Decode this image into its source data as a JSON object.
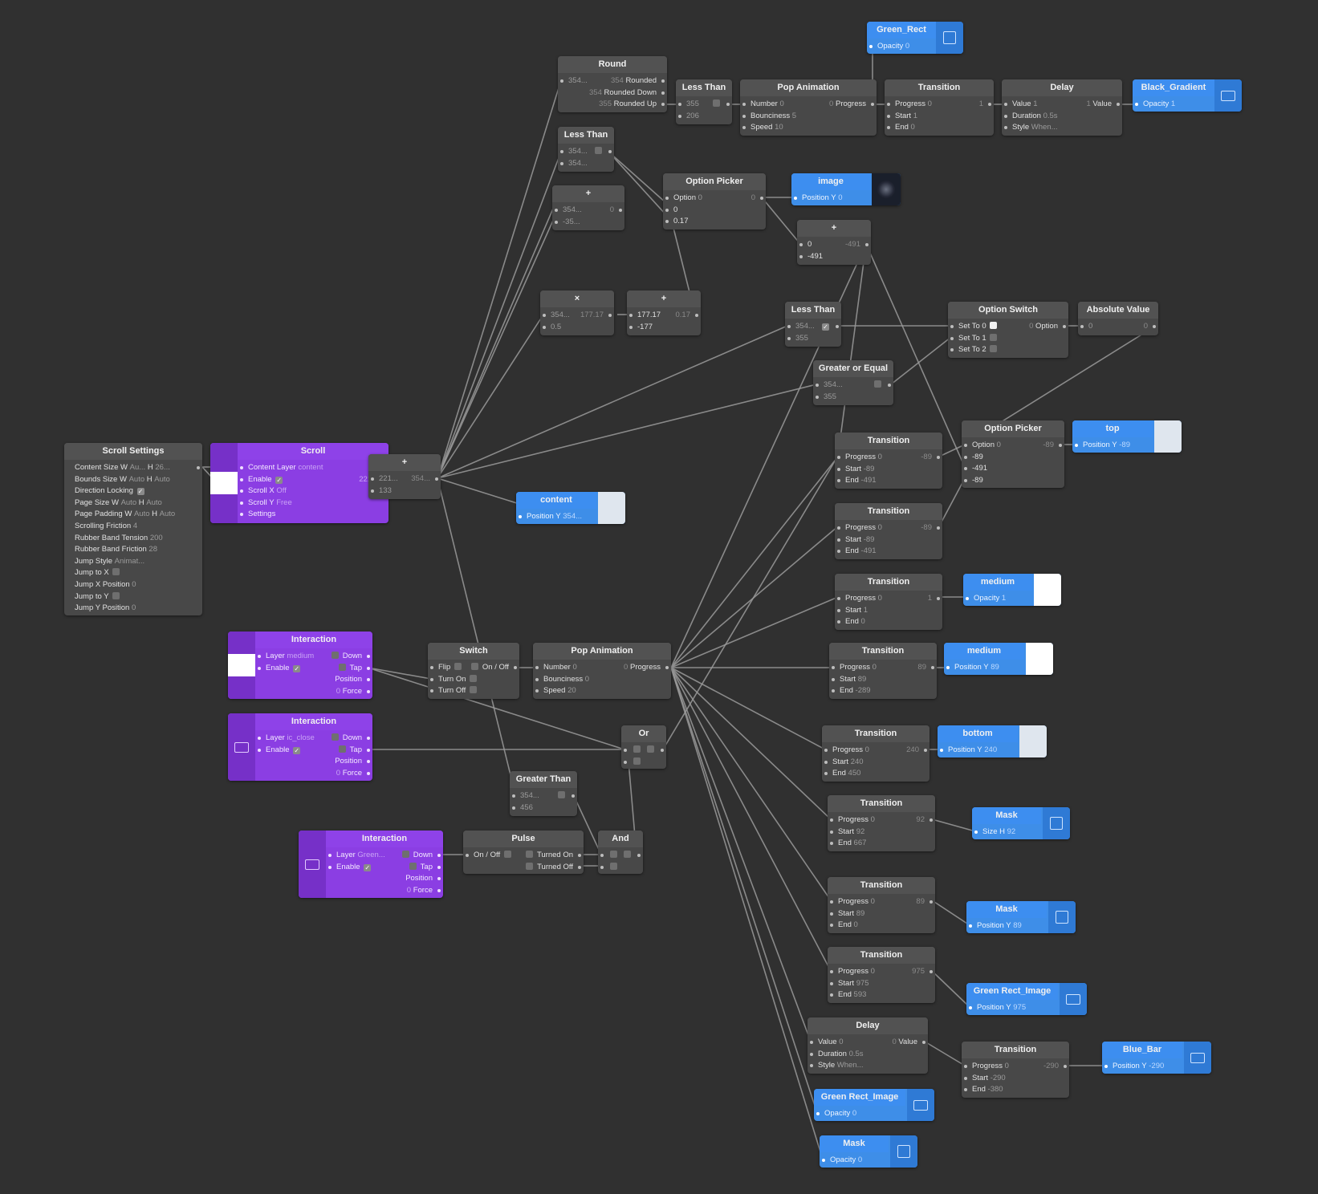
{
  "nodes": {
    "round": {
      "title": "Round",
      "r1v": "354...",
      "r1m": "354",
      "r1o": "Rounded",
      "r2m": "354",
      "r2o": "Rounded Down",
      "r3m": "355",
      "r3o": "Rounded Up"
    },
    "lt1": {
      "title": "Less Than",
      "a": "355",
      "b": "206"
    },
    "pop1": {
      "title": "Pop Animation",
      "n": "Number",
      "nv": "0",
      "o": "Progress",
      "ov": "0",
      "b": "Bounciness",
      "bv": "5",
      "s": "Speed",
      "sv": "10"
    },
    "trans1": {
      "title": "Transition",
      "p": "Progress",
      "pv": "0",
      "ov": "1",
      "s": "Start",
      "sv": "1",
      "e": "End",
      "ev": "0"
    },
    "delay1": {
      "title": "Delay",
      "v": "Value",
      "vv": "1",
      "ov": "1",
      "o": "Value",
      "d": "Duration",
      "dv": "0.5s",
      "st": "Style",
      "stv": "When..."
    },
    "green_rect": {
      "title": "Green_Rect",
      "p": "Opacity",
      "pv": "0"
    },
    "black_grad": {
      "title": "Black_Gradient",
      "p": "Opacity",
      "pv": "1"
    },
    "lt2": {
      "title": "Less Than",
      "a": "354...",
      "b": "354..."
    },
    "plus1": {
      "title": "+",
      "a": "354...",
      "ov": "0",
      "b": "-35..."
    },
    "optpick1": {
      "title": "Option Picker",
      "o": "Option",
      "ov": "0",
      "r": "0",
      "a": "0",
      "b": "0.17"
    },
    "image": {
      "title": "image",
      "p": "Position Y",
      "pv": "0"
    },
    "plus2": {
      "title": "+",
      "a": "0",
      "ov": "-491",
      "b": "-491"
    },
    "mult": {
      "title": "×",
      "a": "354...",
      "ov": "177.17",
      "b": "0.5"
    },
    "plus3": {
      "title": "+",
      "a": "177.17",
      "ov": "0.17",
      "b": "-177"
    },
    "lt3": {
      "title": "Less Than",
      "a": "354...",
      "b": "355"
    },
    "gte": {
      "title": "Greater or Equal",
      "a": "354...",
      "b": "355"
    },
    "optswitch": {
      "title": "Option Switch",
      "a": "Set To 0",
      "o": "Option",
      "ov": "0",
      "b": "Set To 1",
      "c": "Set To 2"
    },
    "absval": {
      "title": "Absolute Value",
      "a": "0",
      "ov": "0"
    },
    "scroll_settings": {
      "title": "Scroll Settings",
      "rows": [
        {
          "l": "Content Size",
          "v": "W",
          "vv": "Au...",
          "h": "H",
          "hv": "26..."
        },
        {
          "l": "Bounds Size",
          "v": "W",
          "vv": "Auto",
          "h": "H",
          "hv": "Auto"
        },
        {
          "l": "Direction Locking"
        },
        {
          "l": "Page Size",
          "v": "W",
          "vv": "Auto",
          "h": "H",
          "hv": "Auto"
        },
        {
          "l": "Page Padding",
          "v": "W",
          "vv": "Auto",
          "h": "H",
          "hv": "Auto"
        },
        {
          "l": "Scrolling Friction",
          "vv": "4"
        },
        {
          "l": "Rubber Band Tension",
          "vv": "200"
        },
        {
          "l": "Rubber Band Friction",
          "vv": "28"
        },
        {
          "l": "Jump Style",
          "vv": "Animat..."
        },
        {
          "l": "Jump to X"
        },
        {
          "l": "Jump X Position",
          "vv": "0"
        },
        {
          "l": "Jump to Y"
        },
        {
          "l": "Jump Y Position",
          "vv": "0"
        }
      ]
    },
    "scroll": {
      "title": "Scroll",
      "r1": "Content Layer",
      "r1v": "content",
      "r2": "Enable",
      "r3": "Scroll X",
      "r3v": "Off",
      "r4": "Scroll Y",
      "r4v": "Free",
      "r5": "Settings",
      "ov": "221..."
    },
    "plus4": {
      "title": "+",
      "a": "221...",
      "ov": "354...",
      "b": "133"
    },
    "content": {
      "title": "content",
      "p": "Position Y",
      "pv": "354..."
    },
    "trans2": {
      "title": "Transition",
      "p": "Progress",
      "pv": "0",
      "ov": "-89",
      "s": "Start",
      "sv": "-89",
      "e": "End",
      "ev": "-491"
    },
    "optpick2": {
      "title": "Option Picker",
      "o": "Option",
      "ov": "0",
      "r": "-89",
      "a": "-89",
      "b": "-491",
      "c": "-89"
    },
    "top": {
      "title": "top",
      "p": "Position Y",
      "pv": "-89"
    },
    "trans3": {
      "title": "Transition",
      "p": "Progress",
      "pv": "0",
      "ov": "-89",
      "s": "Start",
      "sv": "-89",
      "e": "End",
      "ev": "-491"
    },
    "trans4": {
      "title": "Transition",
      "p": "Progress",
      "pv": "0",
      "ov": "1",
      "s": "Start",
      "sv": "1",
      "e": "End",
      "ev": "0"
    },
    "medium1": {
      "title": "medium",
      "p": "Opacity",
      "pv": "1"
    },
    "inter1": {
      "title": "Interaction",
      "l": "Layer",
      "lv": "medium",
      "e": "Enable",
      "d": "Down",
      "t": "Tap",
      "p": "Position",
      "f": "Force",
      "fv": "0"
    },
    "switch": {
      "title": "Switch",
      "a": "Flip",
      "o": "On / Off",
      "b": "Turn On",
      "c": "Turn Off"
    },
    "pop2": {
      "title": "Pop Animation",
      "n": "Number",
      "nv": "0",
      "o": "Progress",
      "ov": "0",
      "b": "Bounciness",
      "bv": "0",
      "s": "Speed",
      "sv": "20"
    },
    "trans5": {
      "title": "Transition",
      "p": "Progress",
      "pv": "0",
      "ov": "89",
      "s": "Start",
      "sv": "89",
      "e": "End",
      "ev": "-289"
    },
    "medium2": {
      "title": "medium",
      "p": "Position Y",
      "pv": "89"
    },
    "inter2": {
      "title": "Interaction",
      "l": "Layer",
      "lv": "ic_close",
      "e": "Enable",
      "d": "Down",
      "t": "Tap",
      "p": "Position",
      "f": "Force",
      "fv": "0"
    },
    "or": {
      "title": "Or"
    },
    "trans6": {
      "title": "Transition",
      "p": "Progress",
      "pv": "0",
      "ov": "240",
      "s": "Start",
      "sv": "240",
      "e": "End",
      "ev": "450"
    },
    "bottom": {
      "title": "bottom",
      "p": "Position Y",
      "pv": "240"
    },
    "gt": {
      "title": "Greater Than",
      "a": "354...",
      "b": "456"
    },
    "trans7": {
      "title": "Transition",
      "p": "Progress",
      "pv": "0",
      "ov": "92",
      "s": "Start",
      "sv": "92",
      "e": "End",
      "ev": "667"
    },
    "mask1": {
      "title": "Mask",
      "p": "Size H",
      "pv": "92"
    },
    "inter3": {
      "title": "Interaction",
      "l": "Layer",
      "lv": "Green...",
      "e": "Enable",
      "d": "Down",
      "t": "Tap",
      "p": "Position",
      "f": "Force",
      "fv": "0"
    },
    "pulse": {
      "title": "Pulse",
      "a": "On / Off",
      "o1": "Turned On",
      "o2": "Turned Off"
    },
    "and": {
      "title": "And"
    },
    "trans8": {
      "title": "Transition",
      "p": "Progress",
      "pv": "0",
      "ov": "89",
      "s": "Start",
      "sv": "89",
      "e": "End",
      "ev": "0"
    },
    "mask2": {
      "title": "Mask",
      "p": "Position Y",
      "pv": "89"
    },
    "trans9": {
      "title": "Transition",
      "p": "Progress",
      "pv": "0",
      "ov": "975",
      "s": "Start",
      "sv": "975",
      "e": "End",
      "ev": "593"
    },
    "greenimg1": {
      "title": "Green Rect_Image",
      "p": "Position Y",
      "pv": "975"
    },
    "delay2": {
      "title": "Delay",
      "v": "Value",
      "vv": "0",
      "ov": "0",
      "o": "Value",
      "d": "Duration",
      "dv": "0.5s",
      "st": "Style",
      "stv": "When..."
    },
    "trans10": {
      "title": "Transition",
      "p": "Progress",
      "pv": "0",
      "ov": "-290",
      "s": "Start",
      "sv": "-290",
      "e": "End",
      "ev": "-380"
    },
    "bluebar": {
      "title": "Blue_Bar",
      "p": "Position Y",
      "pv": "-290"
    },
    "greenimg2": {
      "title": "Green Rect_Image",
      "p": "Opacity",
      "pv": "0"
    },
    "mask3": {
      "title": "Mask",
      "p": "Opacity",
      "pv": "0"
    }
  },
  "colors": {
    "canvas": "#303030",
    "node": "#484848",
    "layer": "#3d8ef0",
    "interaction": "#8e42e8",
    "wire": "#9a9a9a"
  },
  "icons": {
    "layer_square": "square-icon",
    "layer_group": "folder-icon"
  }
}
